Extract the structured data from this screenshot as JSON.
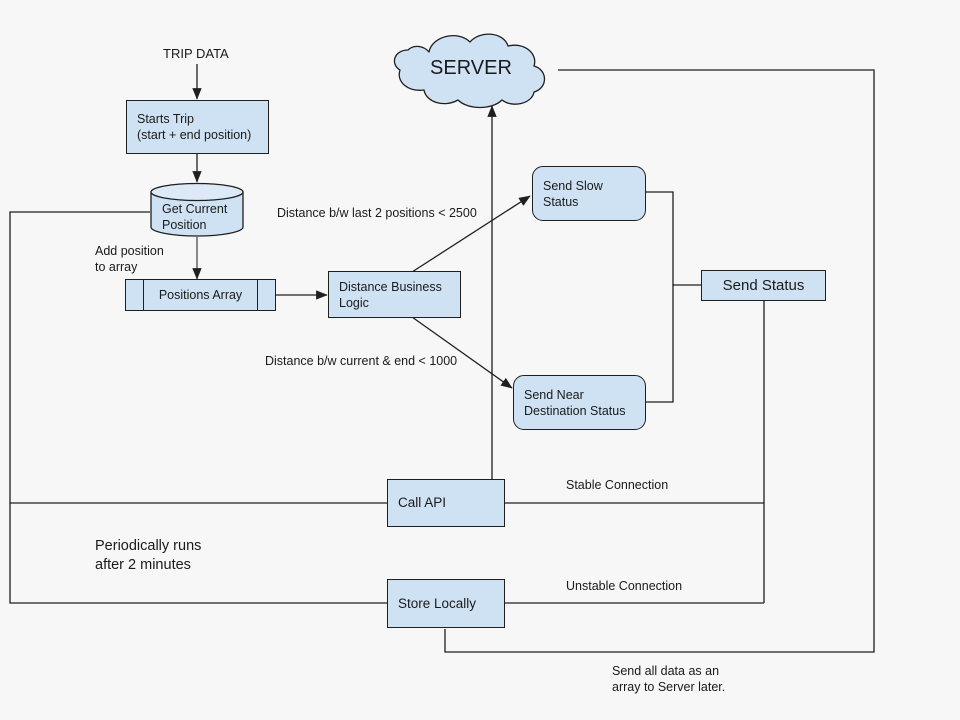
{
  "diagram": {
    "title_text": "TRIP DATA",
    "background_color": "#f7f7f7",
    "node_fill": "#cfe2f3",
    "stroke_color": "#1f1f1f"
  },
  "nodes": {
    "server": {
      "label": "SERVER",
      "shape": "cloud"
    },
    "starts_trip": {
      "label": "Starts Trip\n(start + end position)",
      "shape": "rect"
    },
    "get_current_position": {
      "label": "Get Current\nPosition",
      "shape": "cylinder"
    },
    "positions_array": {
      "label": "Positions Array",
      "shape": "data-store"
    },
    "distance_business_logic": {
      "label": "Distance Business\nLogic",
      "shape": "rect"
    },
    "send_slow_status": {
      "label": "Send Slow\nStatus",
      "shape": "rounded-rect"
    },
    "send_near_destination_status": {
      "label": "Send Near\nDestination Status",
      "shape": "rounded-rect"
    },
    "send_status": {
      "label": "Send Status",
      "shape": "rect"
    },
    "call_api": {
      "label": "Call API",
      "shape": "rect"
    },
    "store_locally": {
      "label": "Store Locally",
      "shape": "rect"
    }
  },
  "edge_labels": {
    "trip_data": "TRIP DATA",
    "add_position_to_array": "Add position\nto array",
    "distance_last_two": "Distance b/w last 2 positions < 2500",
    "distance_current_end": "Distance b/w current & end < 1000",
    "stable_connection": "Stable Connection",
    "unstable_connection": "Unstable Connection",
    "periodically_runs": "Periodically runs\nafter 2 minutes",
    "send_all_data": "Send all data as an\narray to Server later."
  }
}
